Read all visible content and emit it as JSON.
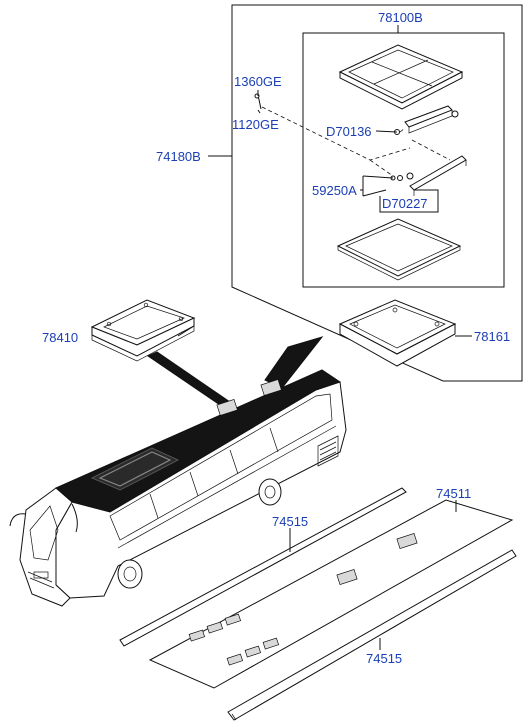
{
  "labels": {
    "p78100B": "78100B",
    "p1360GE": "1360GE",
    "p1120GE": "1120GE",
    "p74180B": "74180B",
    "pD70136": "D70136",
    "p59250A": "59250A",
    "pD70227": "D70227",
    "p78410": "78410",
    "p78161": "78161",
    "p74511": "74511",
    "p74515a": "74515",
    "p74515b": "74515"
  }
}
